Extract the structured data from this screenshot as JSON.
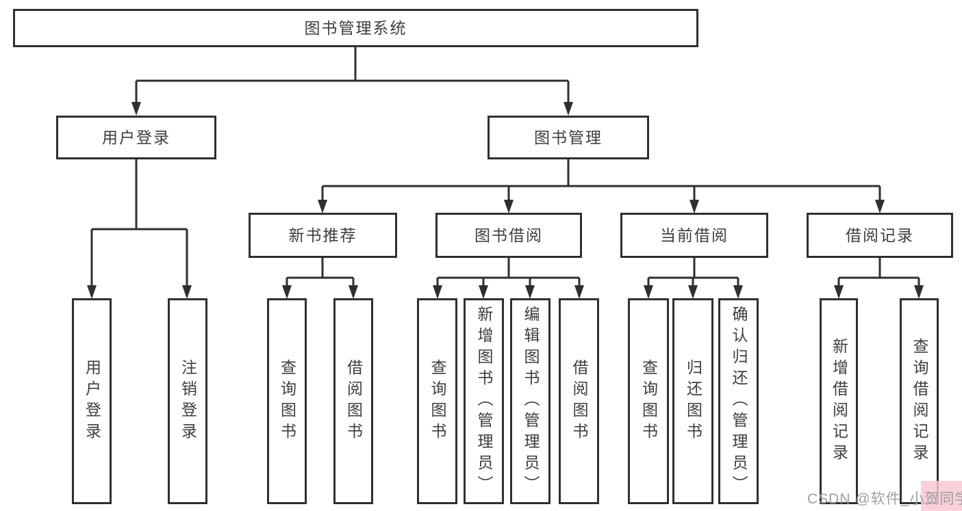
{
  "diagram": {
    "type": "tree",
    "tree": {
      "label": "图书管理系统",
      "children": [
        {
          "label": "用户登录",
          "children": [
            {
              "label": "用户登录"
            },
            {
              "label": "注销登录"
            }
          ]
        },
        {
          "label": "图书管理",
          "children": [
            {
              "label": "新书推荐",
              "children": [
                {
                  "label": "查询图书"
                },
                {
                  "label": "借阅图书"
                }
              ]
            },
            {
              "label": "图书借阅",
              "children": [
                {
                  "label": "查询图书"
                },
                {
                  "label": "新增图书（管理员）"
                },
                {
                  "label": "编辑图书（管理员）"
                },
                {
                  "label": "借阅图书"
                }
              ]
            },
            {
              "label": "当前借阅",
              "children": [
                {
                  "label": "查询图书"
                },
                {
                  "label": "归还图书"
                },
                {
                  "label": "确认归还（管理员）"
                }
              ]
            },
            {
              "label": "借阅记录",
              "children": [
                {
                  "label": "新增借阅记录"
                },
                {
                  "label": "查询借阅记录"
                }
              ]
            }
          ]
        }
      ]
    },
    "colors": {
      "line": "#2f2f2f",
      "node_border": "#2f2f2f",
      "node_text": "#3d3d3d",
      "background": "#ffffff"
    }
  },
  "watermark": {
    "text": "CSDN @软件_小贺同学",
    "text_color": "#9e9e9e",
    "highlight_color": "#f7c9d3"
  }
}
